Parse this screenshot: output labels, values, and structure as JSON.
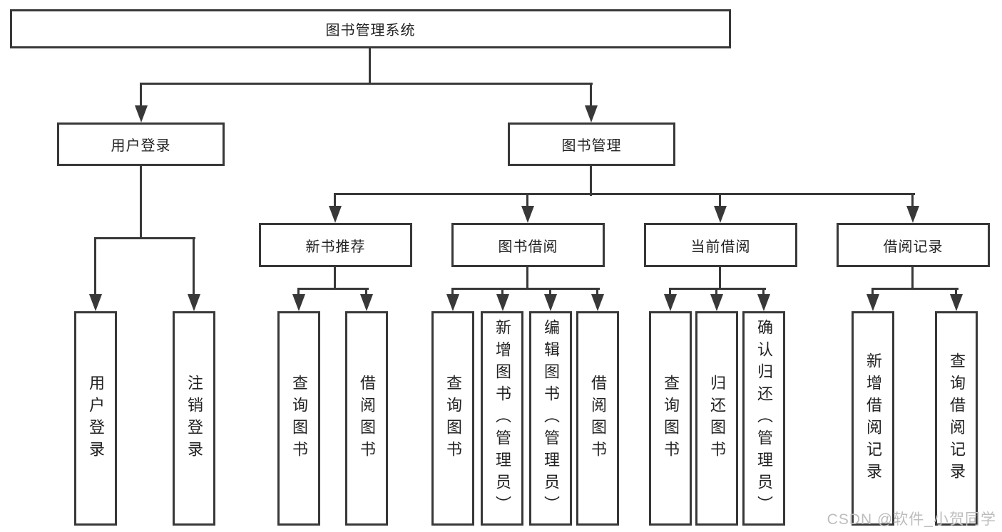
{
  "diagram_type": "hierarchy-tree",
  "colors": {
    "background": "#ffffff",
    "line": "#383838",
    "box_border": "#383838",
    "text": "#222222",
    "watermark": "#bdbdbd"
  },
  "tree": {
    "root": "图书管理系统",
    "children": [
      {
        "label": "用户登录",
        "children": [
          "用户登录",
          "注销登录"
        ]
      },
      {
        "label": "图书管理",
        "children": [
          {
            "label": "新书推荐",
            "children": [
              "查询图书",
              "借阅图书"
            ]
          },
          {
            "label": "图书借阅",
            "children": [
              "查询图书",
              "新增图书（管理员）",
              "编辑图书（管理员）",
              "借阅图书"
            ]
          },
          {
            "label": "当前借阅",
            "children": [
              "查询图书",
              "归还图书",
              "确认归还（管理员）"
            ]
          },
          {
            "label": "借阅记录",
            "children": [
              "新增借阅记录",
              "查询借阅记录"
            ]
          }
        ]
      }
    ]
  },
  "watermark": "CSDN @软件_小贺同学"
}
